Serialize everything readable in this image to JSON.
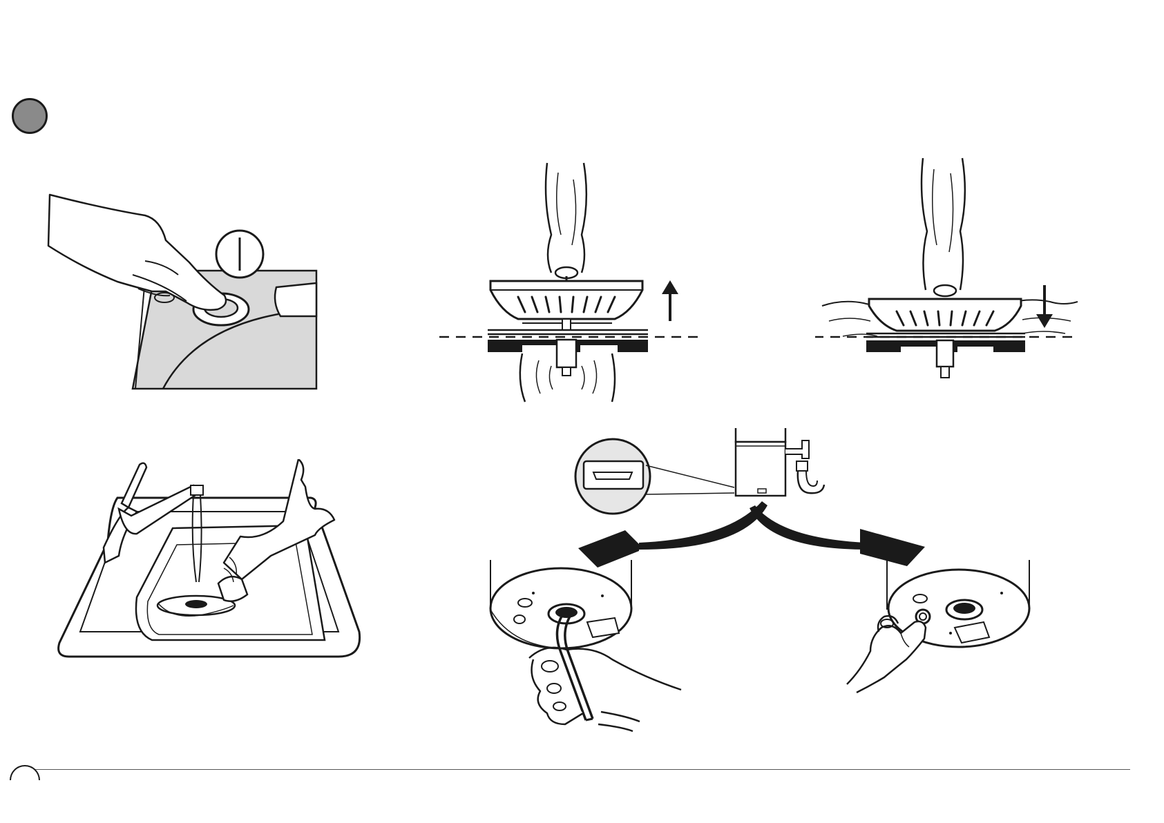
{
  "document": {
    "step_marker": {
      "fill": "#8a8a8a",
      "outline": "#1a1a1a"
    },
    "colors": {
      "line": "#1a1a1a",
      "sink_surface": "#d9d9d9",
      "paper": "#ffffff"
    },
    "illustrations": [
      {
        "id": "power-button-press",
        "icon": "hand-pressing-button-icon"
      },
      {
        "id": "strainer-lifted",
        "icon": "arrow-up-icon"
      },
      {
        "id": "strainer-lowered",
        "icon": "arrow-down-icon"
      },
      {
        "id": "sink-rinse",
        "icon": "faucet-icon"
      },
      {
        "id": "disposer-underside",
        "icon": "disposer-icon"
      },
      {
        "id": "hex-wrench-turn",
        "icon": "hex-wrench-icon"
      },
      {
        "id": "reset-button-press",
        "icon": "reset-button-icon"
      }
    ]
  }
}
